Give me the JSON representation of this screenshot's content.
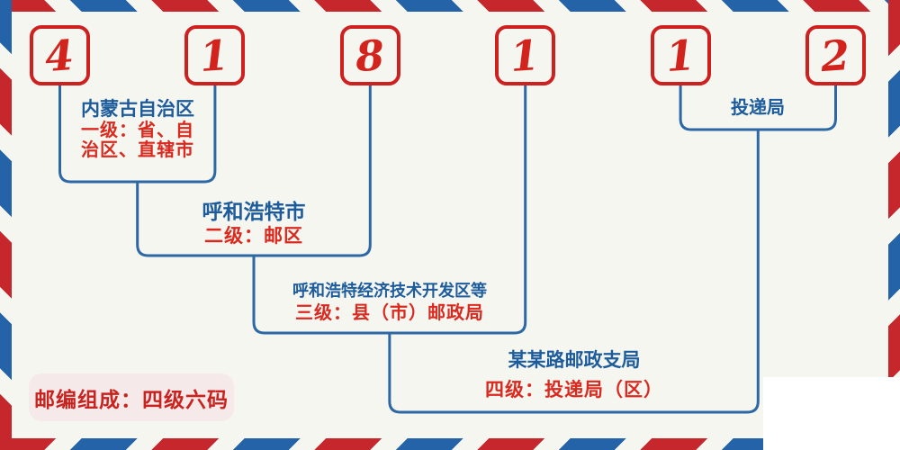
{
  "postal_code": {
    "digits": [
      "4",
      "1",
      "8",
      "1",
      "1",
      "2"
    ]
  },
  "levels": [
    {
      "name": "内蒙古自治区",
      "desc_line1": "一级：省、自",
      "desc_line2": "治区、直辖市"
    },
    {
      "name": "呼和浩特市",
      "desc": "二级：邮区"
    },
    {
      "name": "呼和浩特经济技术开发区等",
      "desc": "三级：县（市）邮政局"
    },
    {
      "name": "某某路邮政支局",
      "desc": "四级：投递局（区）"
    }
  ],
  "delivery_office_label": "投递局",
  "footer_badge": "邮编组成：四级六码",
  "colors": {
    "digit_red": "#d2241d",
    "box_border_red": "#cf2020",
    "connector_blue": "#2d68a5",
    "text_blue": "#1d5c9c",
    "text_red": "#da291e",
    "stripe_red": "#c5272d",
    "stripe_blue": "#2563a8",
    "badge_background": "#f6e9e9",
    "page_background": "#f5f6f0"
  }
}
